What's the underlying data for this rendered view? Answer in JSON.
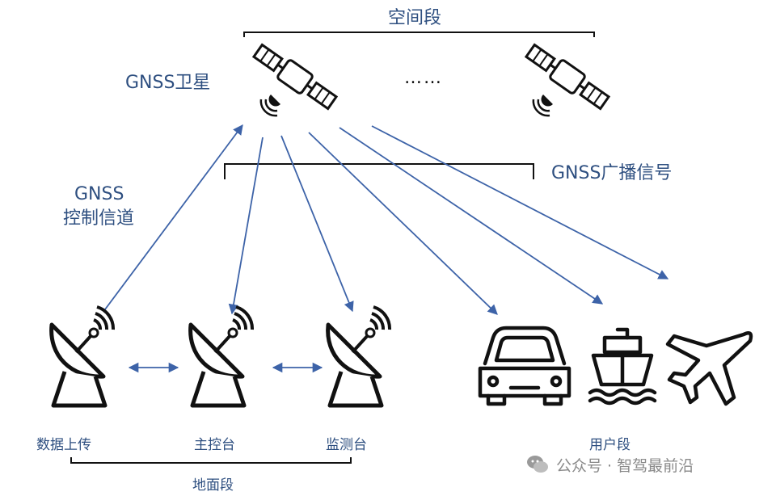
{
  "labels": {
    "space_segment": "空间段",
    "gnss_satellite": "GNSS卫星",
    "ellipsis": "……",
    "broadcast_signal": "GNSS广播信号",
    "control_channel_line1": "GNSS",
    "control_channel_line2": "控制信道",
    "data_upload": "数据上传",
    "master_control": "主控台",
    "monitor_station": "监测台",
    "user_segment": "用户段",
    "ground_segment": "地面段"
  },
  "watermark": {
    "text": "公众号 · 智驾最前沿",
    "icon": "wechat-icon"
  },
  "colors": {
    "accent": "#2e4f80",
    "arrow": "#3d63a8",
    "icon": "#111111"
  }
}
